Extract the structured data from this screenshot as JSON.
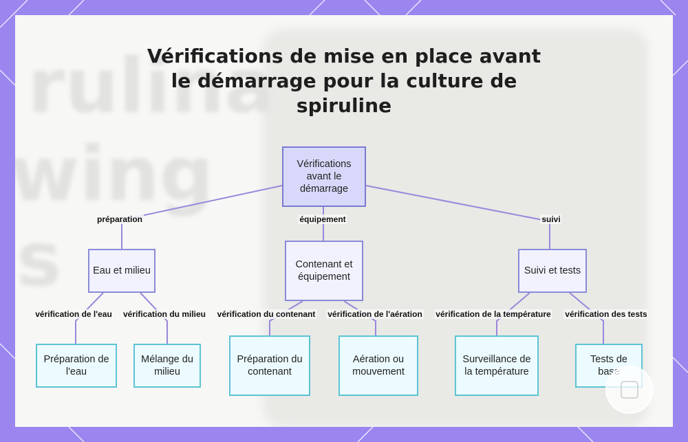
{
  "title_line1": "Vérifications de mise en place avant",
  "title_line2": "le démarrage pour la culture de",
  "title_line3": "spiruline",
  "background_words": [
    "rulina",
    "wing",
    "s"
  ],
  "nodes": {
    "root": "Vérifications avant le démarrage",
    "eau_milieu": "Eau et milieu",
    "contenant_equipement": "Contenant et équipement",
    "suivi_tests": "Suivi et tests",
    "preparation_eau": "Préparation de l'eau",
    "melange_milieu": "Mélange du milieu",
    "preparation_contenant": "Préparation du contenant",
    "aeration_mouvement": "Aération ou mouvement",
    "surveillance_temperature": "Surveillance de la température",
    "tests_base": "Tests de base"
  },
  "edge_labels": {
    "preparation": "préparation",
    "equipement": "équipement",
    "suivi": "suivi",
    "verif_eau": "vérification de l'eau",
    "verif_milieu": "vérification du milieu",
    "verif_contenant": "vérification du contenant",
    "verif_aeration": "vérification de l'aération",
    "verif_temperature": "vérification de la température",
    "verif_tests": "vérification des tests"
  },
  "colors": {
    "frame": "#9b86f0",
    "edge": "#9a86dc",
    "root_fill": "#d8d8fa",
    "leaf_border": "#5cc3d4"
  }
}
